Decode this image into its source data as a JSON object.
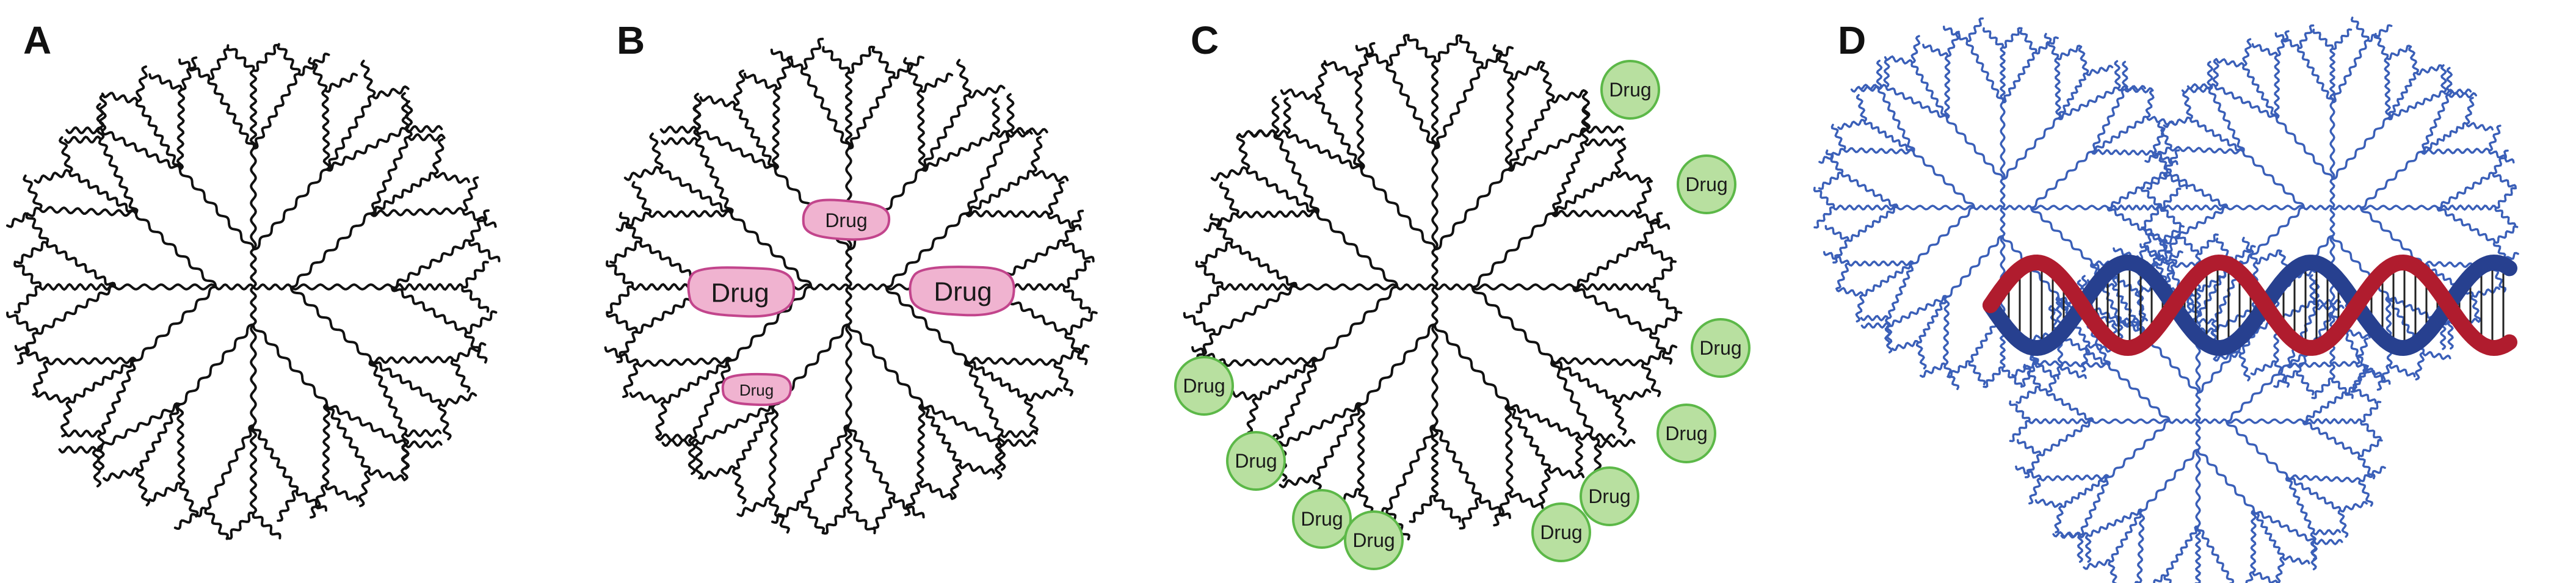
{
  "panels": [
    {
      "letter": "A",
      "kind": "dendrimer"
    },
    {
      "letter": "B",
      "kind": "dendrimer-encapsulated-drug",
      "drugs": [
        {
          "label": "Drug"
        },
        {
          "label": "Drug"
        },
        {
          "label": "Drug"
        },
        {
          "label": "Drug"
        }
      ]
    },
    {
      "letter": "C",
      "kind": "dendrimer-surface-conjugated-drug",
      "drugs": [
        {
          "label": "Drug"
        },
        {
          "label": "Drug"
        },
        {
          "label": "Drug"
        },
        {
          "label": "Drug"
        },
        {
          "label": "Drug"
        },
        {
          "label": "Drug"
        },
        {
          "label": "Drug"
        },
        {
          "label": "Drug"
        },
        {
          "label": "Drug"
        },
        {
          "label": "Drug"
        }
      ]
    },
    {
      "letter": "D",
      "kind": "dendrimers-with-dna-helix"
    }
  ],
  "colors": {
    "dendrimer_line": "#111111",
    "dendrimer_line_blue": "#3a5fb8",
    "encapsulated_drug_fill": "#f0b3d0",
    "encapsulated_drug_stroke": "#c2458c",
    "conjugated_drug_fill": "#b8e0a0",
    "conjugated_drug_stroke": "#5cb848",
    "dna_strand_blue": "#27408f",
    "dna_strand_red": "#b01c2e",
    "dna_rungs": "#222222"
  }
}
